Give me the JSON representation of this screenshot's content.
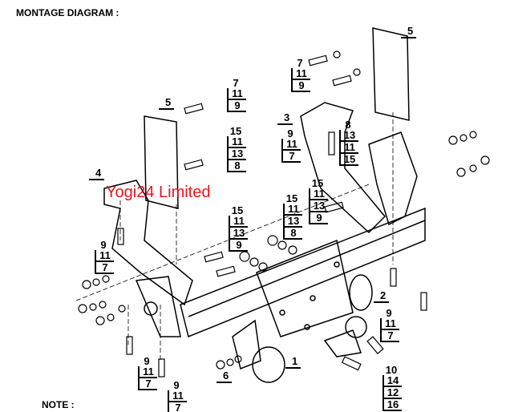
{
  "title": "MONTAGE DIAGRAM :",
  "note": "NOTE :",
  "watermark": "Yogi24 Limited",
  "parts": [
    "5",
    "5",
    "3",
    "4",
    "2",
    "1",
    "6"
  ],
  "stacks": [
    [
      "7",
      "11",
      "9"
    ],
    [
      "15",
      "11",
      "13",
      "8"
    ],
    [
      "15",
      "11",
      "13",
      "9"
    ],
    [
      "15",
      "11",
      "13",
      "8"
    ],
    [
      "15",
      "11",
      "13",
      "9"
    ],
    [
      "7",
      "11",
      "9"
    ],
    [
      "9",
      "11",
      "7"
    ],
    [
      "8",
      "13",
      "11",
      "15"
    ],
    [
      "9",
      "11",
      "7"
    ],
    [
      "9",
      "11",
      "7"
    ],
    [
      "9",
      "11",
      "7"
    ],
    [
      "9",
      "11",
      "7"
    ],
    [
      "10",
      "14",
      "12",
      "16"
    ]
  ]
}
